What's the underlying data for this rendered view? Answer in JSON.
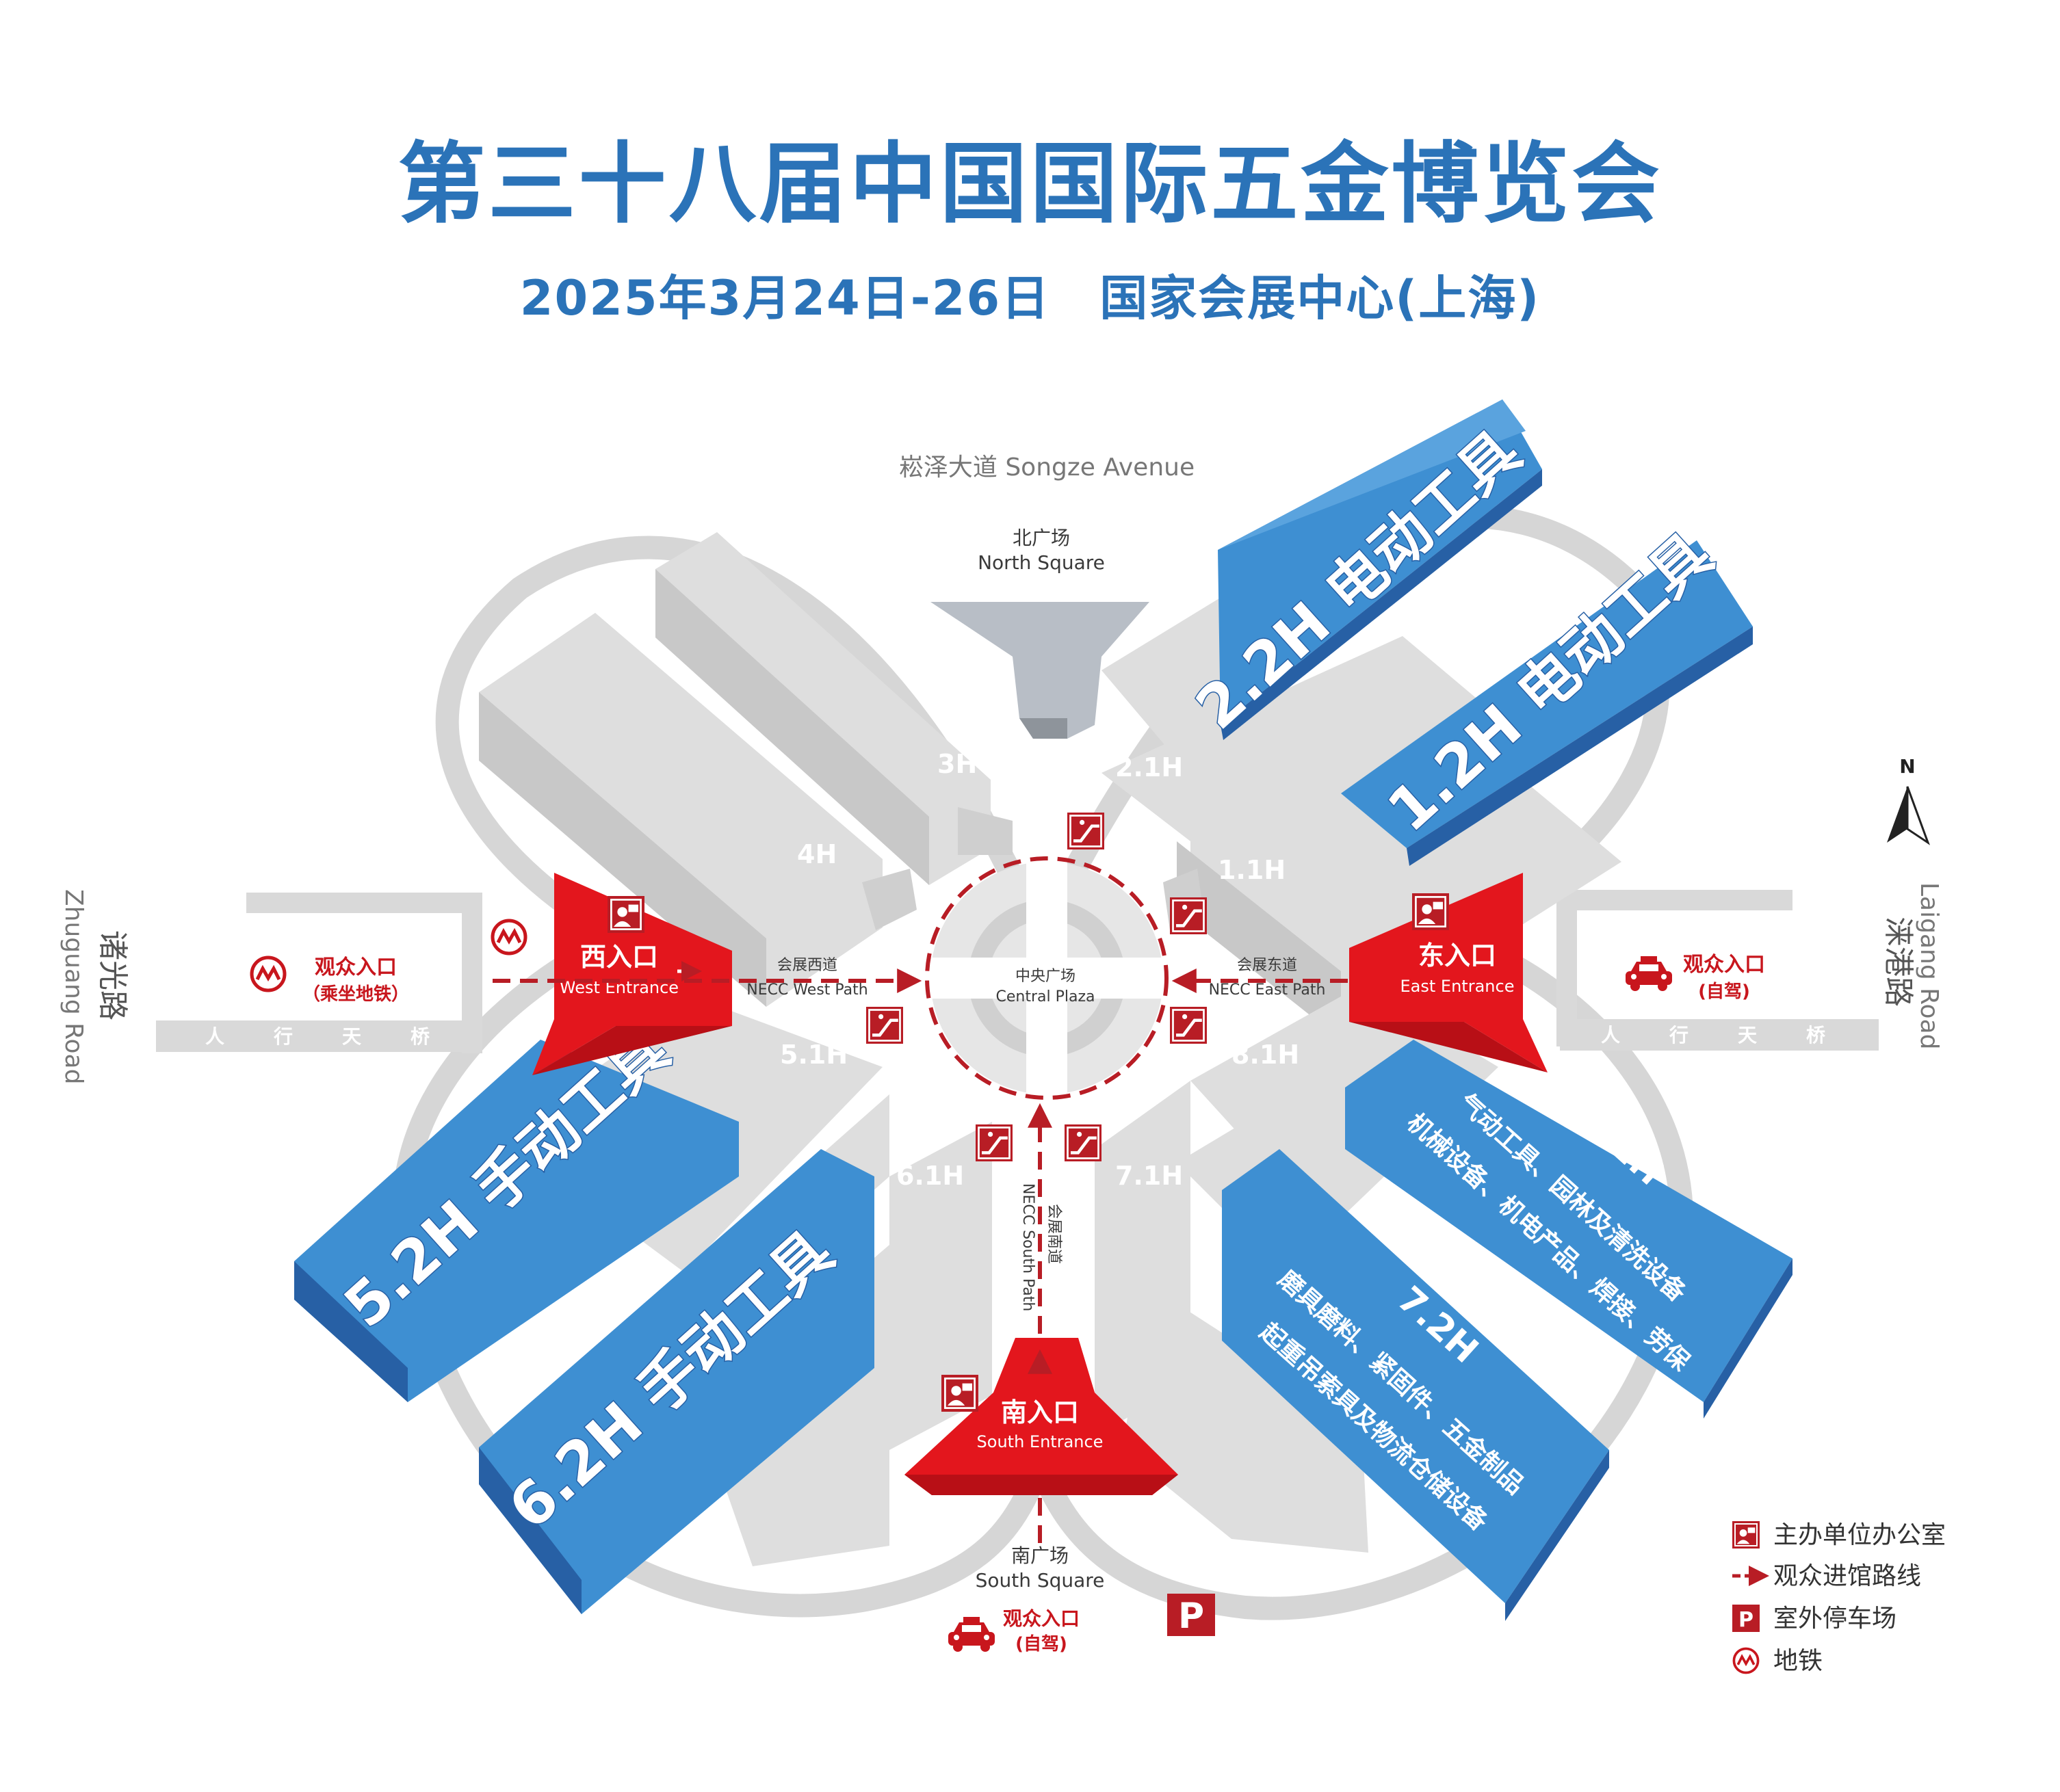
{
  "title": "第三十八届中国国际五金博览会",
  "subtitle": "2025年3月24日-26日　国家会展中心(上海)",
  "colors": {
    "blue": "#3e8fd2",
    "blue_dark": "#2760a5",
    "red": "#e3161d",
    "gray": "#dcdcdc",
    "title": "#2b73b8"
  },
  "roads": {
    "songze": "崧泽大道 Songze Avenue",
    "zhuguang_cn": "诸光路",
    "zhuguang_en": "Zhuguang Road",
    "laigang_cn": "涞港路",
    "laigang_en": "Laigang Road",
    "bridge_chars": [
      "人",
      "行",
      "天",
      "桥"
    ]
  },
  "squares": {
    "north_cn": "北广场",
    "north_en": "North Square",
    "south_cn": "南广场",
    "south_en": "South Square",
    "central_cn": "中央广场",
    "central_en": "Central Plaza"
  },
  "paths": {
    "west_cn": "会展西道",
    "west_en": "NECC West Path",
    "east_cn": "会展东道",
    "east_en": "NECC East Path",
    "south_cn": "会展南道",
    "south_en": "NECC South Path"
  },
  "entrances": {
    "west_cn": "西入口",
    "west_en": "West Entrance",
    "east_cn": "东入口",
    "east_en": "East Entrance",
    "south_cn": "南入口",
    "south_en": "South Entrance"
  },
  "visitor_entries": {
    "metro_l1": "观众入口",
    "metro_l2": "（乘坐地铁）",
    "car_east_l1": "观众入口",
    "car_east_l2": "(自驾)",
    "car_south_l1": "观众入口",
    "car_south_l2": "(自驾)"
  },
  "halls": {
    "h3": "3H",
    "h4": "4H",
    "h21": "2.1H",
    "h11": "1.1H",
    "h51": "5.1H",
    "h81": "8.1H",
    "h61": "6.1H",
    "h71": "7.1H"
  },
  "exhibit_halls": {
    "h22": "2.2H 电动工具",
    "h12": "1.2H 电动工具",
    "h52": "5.2H 手动工具",
    "h62": "6.2H 手动工具",
    "h82_num": "8.2H",
    "h82_l1": "气动工具、园林及清洗设备",
    "h82_l2": "机械设备、机电产品、焊接、劳保",
    "h72_num": "7.2H",
    "h72_l1": "磨具磨料、紧固件、五金制品",
    "h72_l2": "起重吊索具及物流仓储设备"
  },
  "compass": "N",
  "parking_symbol": "P",
  "legend": {
    "office": "主办单位办公室",
    "route": "观众进馆路线",
    "parking": "室外停车场",
    "metro": "地铁"
  }
}
